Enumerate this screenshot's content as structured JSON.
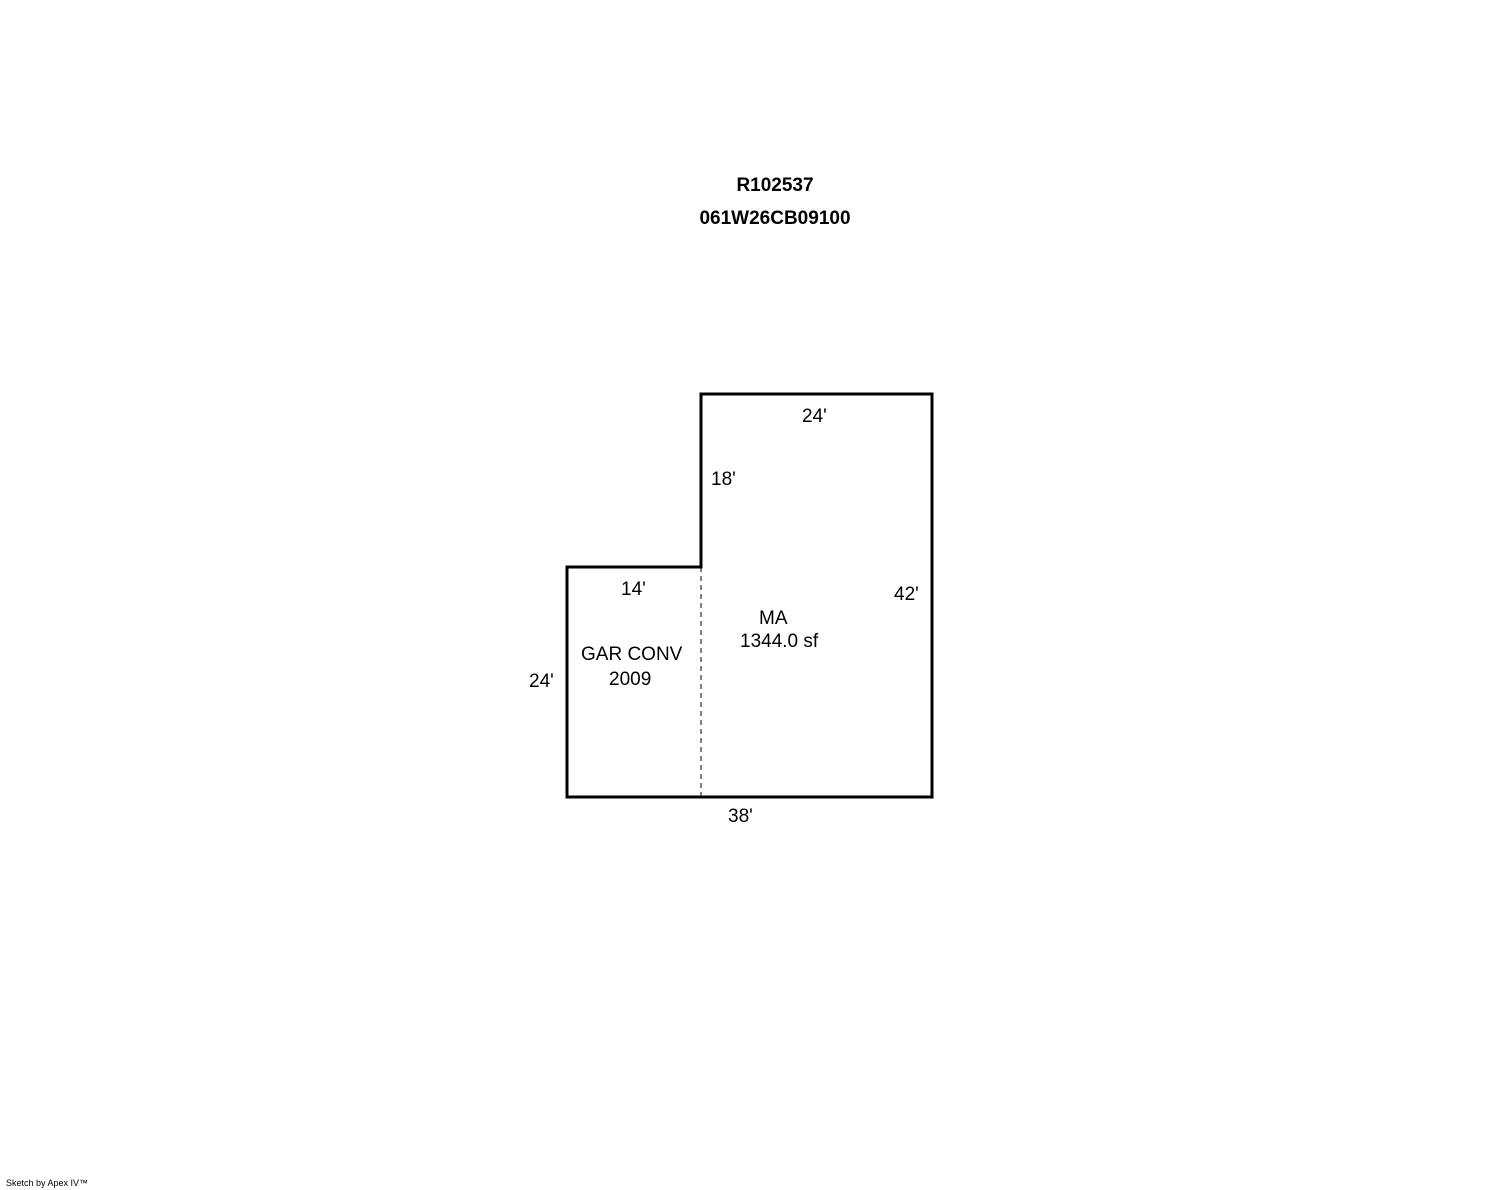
{
  "header": {
    "account_id": "R102537",
    "map_number": "061W26CB09100"
  },
  "areas": {
    "main": {
      "code": "MA",
      "area": "1344.0 sf"
    },
    "garage": {
      "name": "GAR CONV",
      "year": "2009"
    }
  },
  "dimensions": {
    "top": "24'",
    "inner_vertical": "18'",
    "step": "14'",
    "right": "42'",
    "left": "24'",
    "bottom": "38'"
  },
  "footer": {
    "credit": "Sketch by Apex IV™"
  }
}
